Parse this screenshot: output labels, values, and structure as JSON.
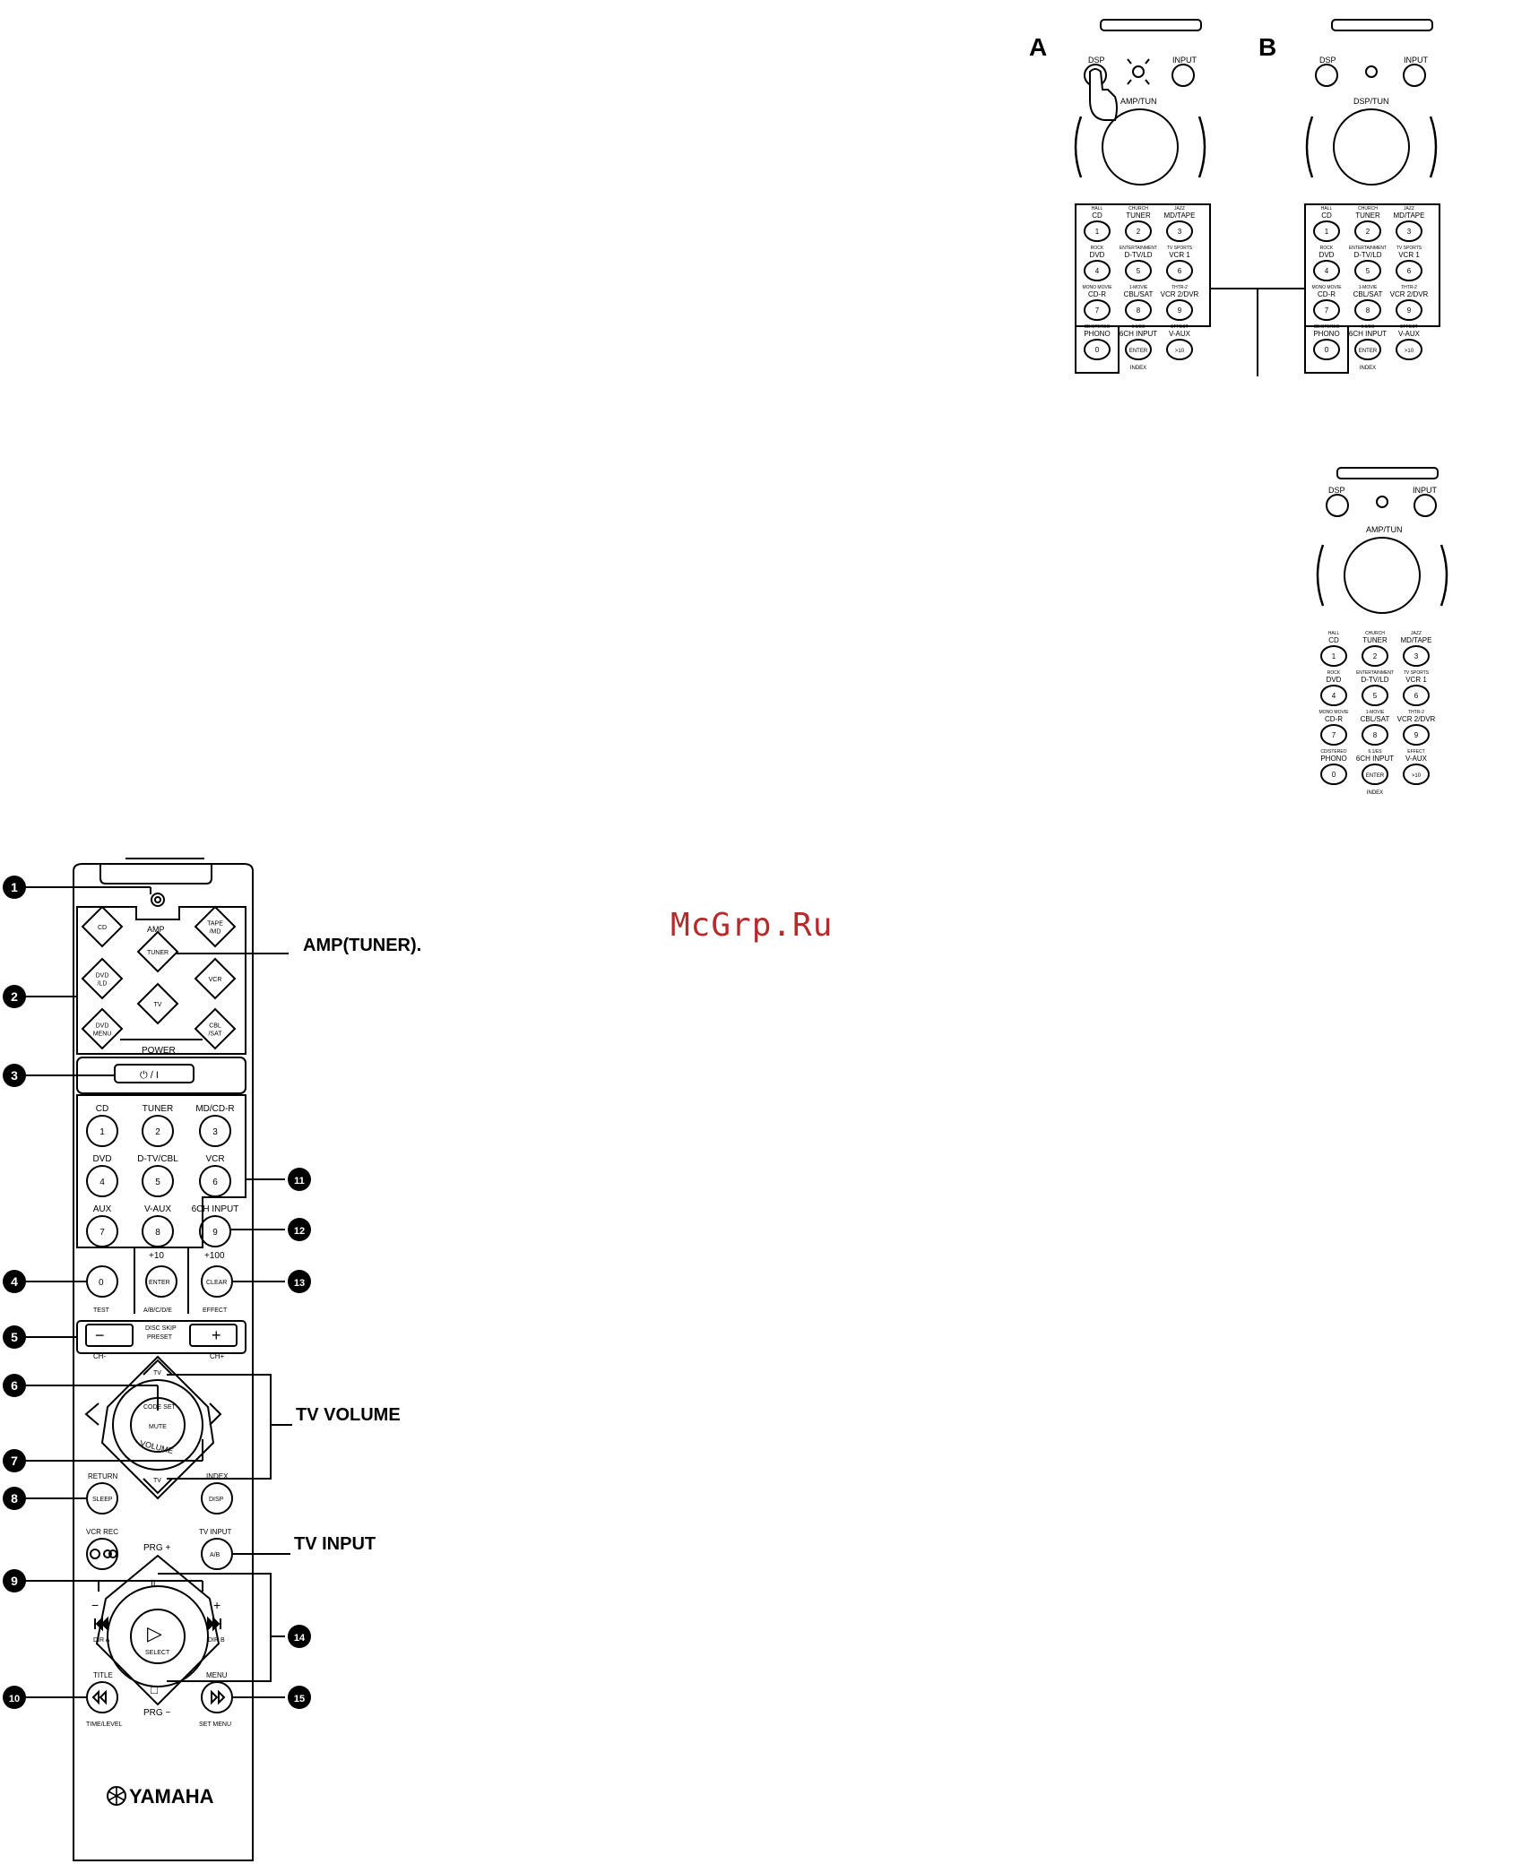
{
  "watermark": "McGrp.Ru",
  "brand": "YAMAHA",
  "callouts": {
    "amp_tuner": "AMP(TUNER).",
    "tv_volume": "TV VOLUME",
    "tv_input": "TV INPUT"
  },
  "markers": [
    "1",
    "2",
    "3",
    "4",
    "5",
    "6",
    "7",
    "8",
    "9",
    "10",
    "11",
    "12",
    "13",
    "14",
    "15"
  ],
  "diagram_labels": {
    "a": "A",
    "b": "B"
  },
  "small_remote": {
    "dsp": "DSP",
    "input": "INPUT",
    "amp_tun": "AMP/TUN",
    "dsp_tun": "DSP/TUN",
    "keys": [
      {
        "top": "HALL",
        "label": "CD",
        "num": "1"
      },
      {
        "top": "CHURCH",
        "label": "TUNER",
        "num": "2"
      },
      {
        "top": "JAZZ",
        "label": "MD/TAPE",
        "num": "3"
      },
      {
        "top": "ROCK",
        "label": "DVD",
        "num": "4"
      },
      {
        "top": "ENTERTAINMENT",
        "label": "D-TV/LD",
        "num": "5"
      },
      {
        "top": "TV SPORTS",
        "label": "VCR 1",
        "num": "6"
      },
      {
        "top": "MONO MOVIE",
        "label": "CD-R",
        "num": "7"
      },
      {
        "top": "1-MOVIE",
        "label": "CBL/SAT",
        "num": "8"
      },
      {
        "top": "THTR-2",
        "label": "VCR 2/DVR",
        "num": "9"
      },
      {
        "top": "CD/STEREO",
        "label": "PHONO",
        "num": "0"
      },
      {
        "top": "6.1/ES",
        "label": "6CH INPUT",
        "num": "ENTER"
      },
      {
        "top": "EFFECT",
        "label": "V-AUX",
        "num": ">10"
      }
    ],
    "index": "INDEX"
  },
  "main_remote": {
    "amp": "AMP",
    "power": "POWER",
    "power_symbol": "⏻ / I",
    "diamonds": [
      "CD",
      "TUNER",
      "TAPE /MD",
      "DVD /LD",
      "VCR",
      "TV",
      "DVD MENU",
      "CBL /SAT"
    ],
    "num_labels": [
      "CD",
      "TUNER",
      "MD/CD-R",
      "DVD",
      "D-TV/CBL",
      "VCR",
      "AUX",
      "V-AUX",
      "6CH INPUT"
    ],
    "num_digits": [
      "1",
      "2",
      "3",
      "4",
      "5",
      "6",
      "7",
      "8",
      "9"
    ],
    "plus10": "+10",
    "plus100": "+100",
    "zero": "0",
    "test": "TEST",
    "enter": "ENTER",
    "abcde": "A/B/C/D/E",
    "clear": "CLEAR",
    "effect": "EFFECT",
    "disc_skip": "DISC SKIP",
    "preset": "PRESET",
    "ch_minus": "CH-",
    "ch_plus": "CH+",
    "minus": "−",
    "plus": "+",
    "tv": "TV",
    "code_set": "CODE SET",
    "mute": "MUTE",
    "volume": "VOLUME",
    "return": "RETURN",
    "sleep": "SLEEP",
    "index": "INDEX",
    "disp": "DISP",
    "vcr_rec": "VCR REC",
    "tv_input": "TV INPUT",
    "ab": "A/B",
    "prg_plus": "PRG +",
    "prg_minus": "PRG −",
    "pause": "II",
    "play": "▷",
    "select": "SELECT",
    "dir_a": "DIR A",
    "dir_b": "DIR B",
    "title": "TITLE",
    "menu": "MENU",
    "time_level": "TIME/LEVEL",
    "set_menu": "SET MENU",
    "stop": "□"
  }
}
